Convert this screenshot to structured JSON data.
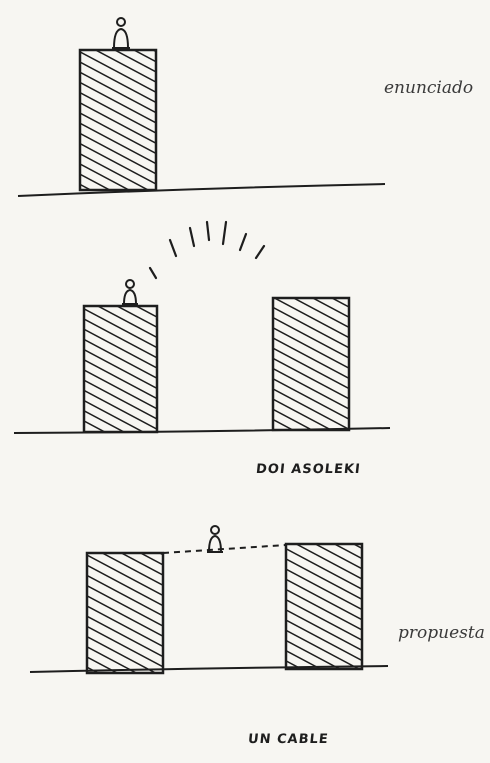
{
  "panels": [
    {
      "id": "panel-1",
      "label": "enunciado",
      "handwritten_note": ""
    },
    {
      "id": "panel-2",
      "label": "",
      "handwritten_note": "DOI ASOLEKI"
    },
    {
      "id": "panel-3",
      "label": "propuesta",
      "handwritten_note": "UN CABLE"
    }
  ],
  "colors": {
    "ink": "#1e1e1e",
    "paper": "#f7f6f2",
    "label": "#3a3a3a"
  }
}
